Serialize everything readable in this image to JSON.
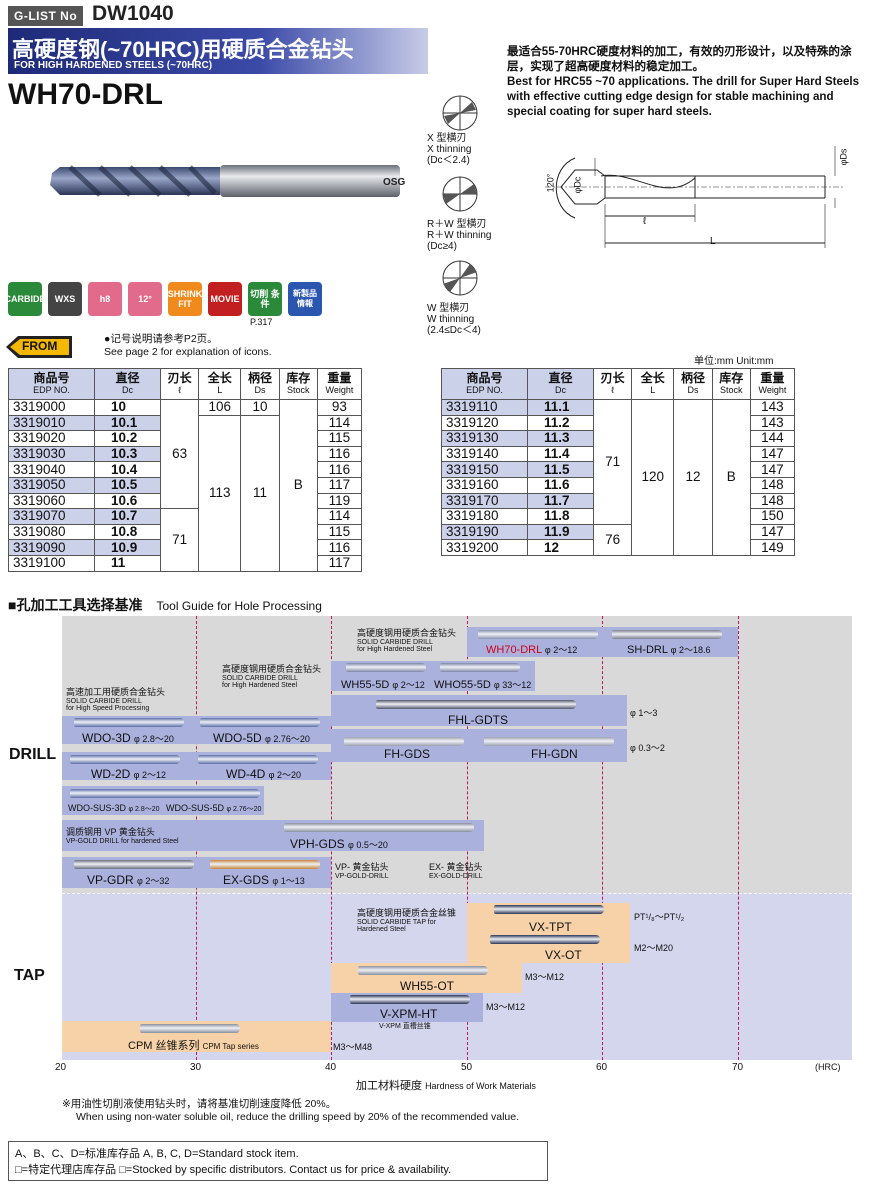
{
  "header": {
    "glist_label": "G-LIST No",
    "glist_no": "DW1040",
    "title_cn": "高硬度钢(~70HRC)用硬质合金钻头",
    "title_en": "FOR HIGH HARDENED STEELS (~70HRC)",
    "model": "WH70-DRL"
  },
  "description": {
    "cn": "最适合55-70HRC硬度材料的加工，有效的刃形设计，以及特殊的涂层，实现了超高硬度材料的稳定加工。",
    "en": "Best for HRC55 ~70 applications. The drill for Super Hard Steels with effective cutting edge design for stable machining and special coating for super hard steels."
  },
  "thinning": [
    {
      "cn": "X 型横刃",
      "en": "X thinning",
      "range": "(Dc＜2.4)"
    },
    {
      "cn": "R＋W 型横刃",
      "en": "R＋W thinning",
      "range": "(Dc≥4)"
    },
    {
      "cn": "W 型横刃",
      "en": "W thinning",
      "range": "(2.4≤Dc＜4)"
    }
  ],
  "drawing_labels": {
    "angle": "120°",
    "dc": "φDc",
    "ds": "φDs",
    "l_small": "ℓ",
    "l_big": "L"
  },
  "icons": [
    {
      "name": "carbide",
      "label": "CARBIDE",
      "color": "#2a8a3a"
    },
    {
      "name": "wxs",
      "label": "WXS",
      "color": "#444444"
    },
    {
      "name": "h8",
      "label": "h8",
      "color": "#e26a8a"
    },
    {
      "name": "angle-12",
      "label": "12°",
      "color": "#e26a8a"
    },
    {
      "name": "shrink-fit",
      "label": "SHRINK FIT",
      "color": "#f08a1c"
    },
    {
      "name": "movie",
      "label": "MOVIE",
      "color": "#c22020"
    },
    {
      "name": "cutting-conditions",
      "label": "切削 条件",
      "color": "#2a8a3a"
    },
    {
      "name": "new-product",
      "label": "新製品 情報",
      "color": "#2a56b0"
    }
  ],
  "icon_page_ref": "P.317",
  "from_label": "FROM",
  "notes": {
    "cn": "●记号说明请参考P2页。",
    "en": "See page 2 for explanation of icons."
  },
  "unit": "单位:mm  Unit:mm",
  "table_headers": {
    "edp_cn": "商品号",
    "edp_en": "EDP NO.",
    "dc_cn": "直径",
    "dc_en": "Dc",
    "flute_cn": "刃长",
    "flute_en": "ℓ",
    "total_cn": "全长",
    "total_en": "L",
    "shank_cn": "柄径",
    "shank_en": "Ds",
    "stock_cn": "库存",
    "stock_en": "Stock",
    "weight_cn": "重量",
    "weight_en": "Weight"
  },
  "table_left": [
    {
      "edp": "3319000",
      "dc": "10",
      "weight": "93"
    },
    {
      "edp": "3319010",
      "dc": "10.1",
      "weight": "114"
    },
    {
      "edp": "3319020",
      "dc": "10.2",
      "weight": "115"
    },
    {
      "edp": "3319030",
      "dc": "10.3",
      "weight": "116"
    },
    {
      "edp": "3319040",
      "dc": "10.4",
      "weight": "116"
    },
    {
      "edp": "3319050",
      "dc": "10.5",
      "weight": "117"
    },
    {
      "edp": "3319060",
      "dc": "10.6",
      "weight": "119"
    },
    {
      "edp": "3319070",
      "dc": "10.7",
      "weight": "114"
    },
    {
      "edp": "3319080",
      "dc": "10.8",
      "weight": "115"
    },
    {
      "edp": "3319090",
      "dc": "10.9",
      "weight": "116"
    },
    {
      "edp": "3319100",
      "dc": "11",
      "weight": "117"
    }
  ],
  "table_left_merged": {
    "flute_a": "63",
    "flute_b": "71",
    "total_a": "106",
    "total_b": "113",
    "shank_a": "10",
    "shank_b": "11",
    "stock": "B"
  },
  "table_right": [
    {
      "edp": "3319110",
      "dc": "11.1",
      "weight": "143"
    },
    {
      "edp": "3319120",
      "dc": "11.2",
      "weight": "143"
    },
    {
      "edp": "3319130",
      "dc": "11.3",
      "weight": "144"
    },
    {
      "edp": "3319140",
      "dc": "11.4",
      "weight": "147"
    },
    {
      "edp": "3319150",
      "dc": "11.5",
      "weight": "147"
    },
    {
      "edp": "3319160",
      "dc": "11.6",
      "weight": "148"
    },
    {
      "edp": "3319170",
      "dc": "11.7",
      "weight": "148"
    },
    {
      "edp": "3319180",
      "dc": "11.8",
      "weight": "150"
    },
    {
      "edp": "3319190",
      "dc": "11.9",
      "weight": "147"
    },
    {
      "edp": "3319200",
      "dc": "12",
      "weight": "149"
    }
  ],
  "table_right_merged": {
    "flute_a": "71",
    "flute_b": "76",
    "total": "120",
    "shank": "12",
    "stock": "B"
  },
  "tool_guide": {
    "title_cn": "■孔加工工具选择基准",
    "title_en": "Tool Guide for Hole Processing",
    "drill_label": "DRILL",
    "tap_label": "TAP",
    "axis_ticks": [
      "20",
      "30",
      "40",
      "50",
      "60",
      "70"
    ],
    "axis_unit": "(HRC)",
    "axis_label_cn": "加工材料硬度",
    "axis_label_en": "Hardness of Work Materials",
    "group_hardened": {
      "cn": "高硬度钢用硬质合金钻头",
      "en1": "SOLID CARBIDE DRILL",
      "en2": "for High Hardened Steel"
    },
    "group_hardened2": {
      "cn": "高硬度钢用硬质合金钻头",
      "en1": "SOLID CARBIDE DRILL",
      "en2": "for High Hardened Steel"
    },
    "group_highspeed": {
      "cn": "高速加工用硬质合金钻头",
      "en1": "SOLID CARBIDE DRILL",
      "en2": "for High Speed Processing"
    },
    "group_vp_drill": {
      "cn": "调质钢用 VP 黄金钻头",
      "en": "VP-GOLD DRILL for hardened Steel"
    },
    "group_vp_gold": {
      "cn": "VP- 黄金钻头",
      "en": "VP-GOLD-DRILL"
    },
    "group_ex_gold": {
      "cn": "EX- 黄金钻头",
      "en": "EX-GOLD-DRILL"
    },
    "group_tap": {
      "cn": "高硬度钢用硬质合金丝锥",
      "en1": "SOLID CARBIDE TAP for",
      "en2": "Hardened Steel"
    },
    "tools": {
      "wh70": {
        "name": "WH70-DRL",
        "range": "φ 2～12"
      },
      "shdrl": {
        "name": "SH-DRL",
        "range": "φ 2～18.6"
      },
      "wh55": {
        "name": "WH55-5D",
        "range": "φ 2～12"
      },
      "who55": {
        "name": "WHO55-5D",
        "range": "φ 33～12"
      },
      "fhl": {
        "name": "FHL-GDTS",
        "range": "φ 1～3"
      },
      "fhgds": {
        "name": "FH-GDS",
        "range": ""
      },
      "fhgdn": {
        "name": "FH-GDN",
        "range": "φ 0.3～2"
      },
      "wdo3d": {
        "name": "WDO-3D",
        "range": "φ 2.8～20"
      },
      "wdo5d": {
        "name": "WDO-5D",
        "range": "φ 2.76～20"
      },
      "wd2d": {
        "name": "WD-2D",
        "range": "φ 2～12"
      },
      "wd4d": {
        "name": "WD-4D",
        "range": "φ 2～20"
      },
      "sus3d": {
        "name": "WDO-SUS-3D",
        "range": "φ 2.8～20"
      },
      "sus5d": {
        "name": "WDO-SUS-5D",
        "range": "φ 2.76～20"
      },
      "vphgds": {
        "name": "VPH-GDS",
        "range": "φ 0.5～20"
      },
      "vpgdr": {
        "name": "VP-GDR",
        "range": "φ 2～32"
      },
      "exgds": {
        "name": "EX-GDS",
        "range": "φ 1～13"
      },
      "vxtpt": {
        "name": "VX-TPT",
        "range": "PT¹/₈～PT¹/₂"
      },
      "vxot": {
        "name": "VX-OT",
        "range": "M2～M20"
      },
      "wh55ot": {
        "name": "WH55-OT",
        "range": "M3～M12"
      },
      "vxpmht": {
        "name": "V-XPM-HT",
        "range": "M3～M12",
        "sub": "V-XPM 直槽丝锥"
      },
      "cpm": {
        "name": "CPM 丝锥系列",
        "sub": "CPM Tap series",
        "range": "M3～M48"
      }
    }
  },
  "footnote": {
    "cn": "※用油性切削液使用钻头时，请将基准切削速度降低 20%。",
    "en": "When using non-water soluble oil, reduce the drilling speed by 20% of the recommended value."
  },
  "legend": {
    "line1": "A、B、C、D=标准库存品   A, B, C, D=Standard stock item.",
    "line2": "□=特定代理店库存品   □=Stocked by specific distributors. Contact us for price & availability."
  },
  "colors": {
    "header_blue": "#1e2a78",
    "table_shade": "#ccd1ea",
    "band_blue": "#aab1dc",
    "band_peach": "#f7d2a8",
    "chart_bg": "#d9d9d9",
    "highlight_red": "#d0021b"
  }
}
